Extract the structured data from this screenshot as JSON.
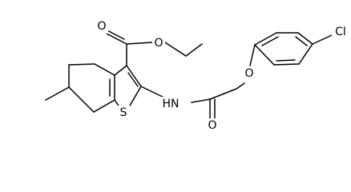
{
  "structure": {
    "atom_labels": {
      "carbonyl_oxygen_ester": "O",
      "ester_oxygen": "O",
      "amide_nitrogen": "HN",
      "amide_oxygen": "O",
      "ether_oxygen": "O",
      "thiophene_sulfur": "S",
      "chlorine": "Cl"
    }
  }
}
